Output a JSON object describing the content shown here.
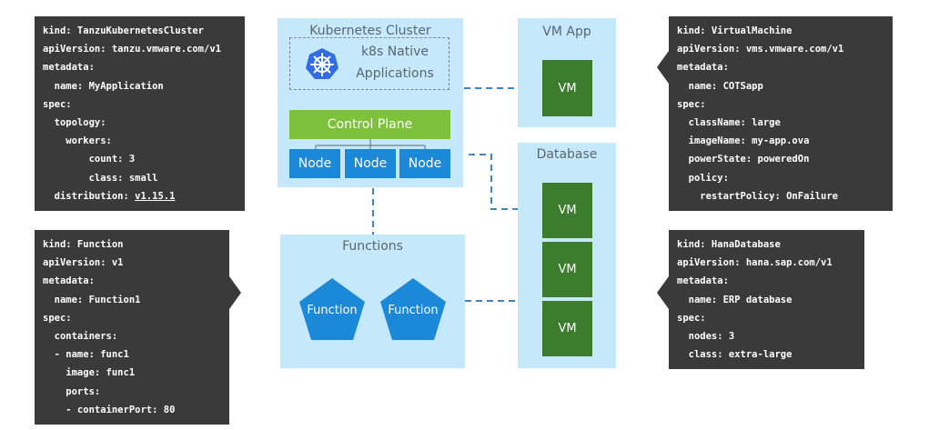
{
  "yaml_panels": {
    "tanzu_cluster": {
      "lines": [
        "kind: TanzuKubernetesCluster",
        "apiVersion: tanzu.vmware.com/v1",
        "metadata:",
        "  name: MyApplication",
        "spec:",
        "  topology:",
        "    workers:",
        "        count: 3",
        "        class: small"
      ],
      "distribution_key": "  distribution: ",
      "distribution_value": "v1.15.1"
    },
    "function": {
      "lines": [
        "kind: Function",
        "apiVersion: v1",
        "metadata:",
        "  name: Function1",
        "spec:",
        "  containers:",
        "  - name: func1",
        "    image: func1",
        "    ports:",
        "    - containerPort: 80"
      ]
    },
    "virtual_machine": {
      "lines": [
        "kind: VirtualMachine",
        "apiVersion: vms.vmware.com/v1",
        "metadata:",
        "  name: COTSapp",
        "spec:",
        "  className: large",
        "  imageName: my-app.ova",
        "  powerState: poweredOn",
        "  policy:",
        "    restartPolicy: OnFailure"
      ]
    },
    "hana_database": {
      "lines": [
        "kind: HanaDatabase",
        "apiVersion: hana.sap.com/v1",
        "metadata:",
        "  name: ERP database",
        "spec:",
        "  nodes: 3",
        "  class: extra-large"
      ]
    }
  },
  "k8s_cluster": {
    "title": "Kubernetes Cluster",
    "native_apps_line1": "k8s Native",
    "native_apps_line2": "Applications",
    "logo_icon": "kubernetes-helm-icon",
    "control_plane": "Control Plane",
    "nodes": [
      "Node",
      "Node",
      "Node"
    ]
  },
  "vm_app": {
    "title": "VM App",
    "vms": [
      "VM"
    ]
  },
  "database": {
    "title": "Database",
    "vms": [
      "VM",
      "VM",
      "VM"
    ]
  },
  "functions": {
    "title": "Functions",
    "items": [
      "Function",
      "Function"
    ]
  },
  "colors": {
    "panel_bg": "#3a3a3a",
    "zone_bg": "#c6e8fb",
    "vm_green": "#3b7c2d",
    "control_plane_green": "#7ec13b",
    "node_blue": "#1b88d8",
    "function_blue": "#1b88d8",
    "connector_blue": "#3a86c8",
    "k8s_logo_blue": "#326ce5"
  }
}
